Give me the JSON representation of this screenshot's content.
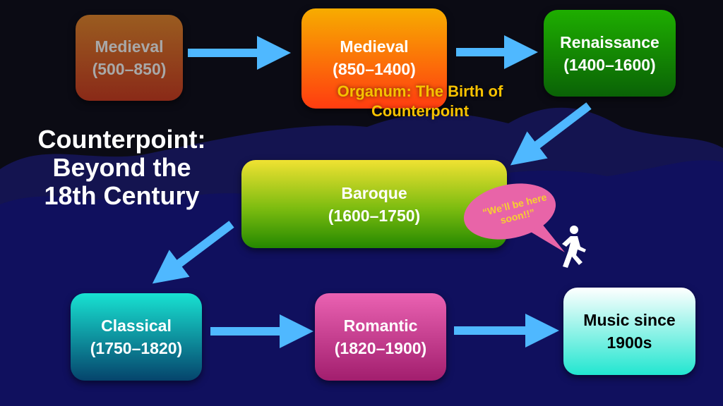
{
  "title": [
    "Counterpoint:",
    "Beyond the",
    "18th Century"
  ],
  "eras": [
    {
      "name": "Medieval",
      "years": "(500–850)"
    },
    {
      "name": "Medieval",
      "years": "(850–1400)"
    },
    {
      "name": "Renaissance",
      "years": "(1400–1600)"
    },
    {
      "name": "Baroque",
      "years": "(1600–1750)"
    },
    {
      "name": "Classical",
      "years": "(1750–1820)"
    },
    {
      "name": "Romantic",
      "years": "(1820–1900)"
    },
    {
      "name": "Music since",
      "years": "1900s"
    }
  ],
  "annotation": [
    "Organum: The Birth of",
    "Counterpoint"
  ],
  "speech_bubble": [
    "“We’ll be here",
    "soon!!”"
  ],
  "colors": {
    "arrow": "#4fb8ff",
    "annotation": "#f7c200",
    "bubble": "#e864a8"
  }
}
